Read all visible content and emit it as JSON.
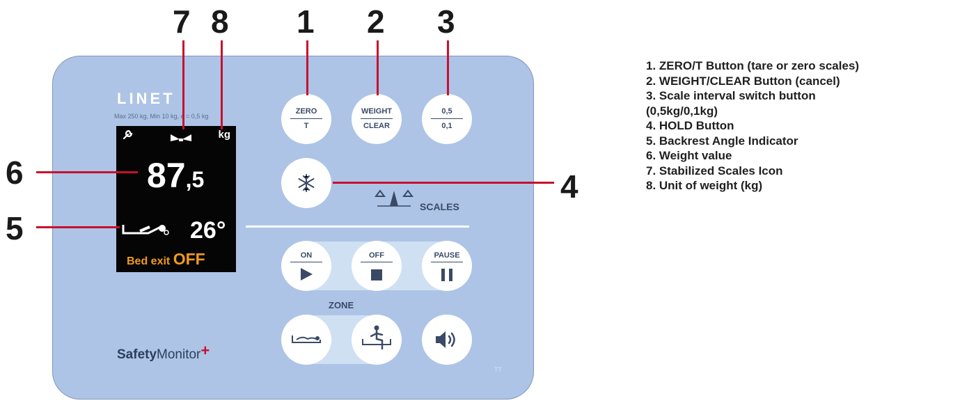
{
  "callouts": [
    "7",
    "8",
    "1",
    "2",
    "3",
    "4",
    "6",
    "5"
  ],
  "panel": {
    "brand": "LINET",
    "spec": "Max 250 kg, Min 10 kg,  e = 0,5 kg",
    "display": {
      "unit": "kg",
      "weight_int": "87",
      "weight_dec": ",5",
      "angle": "26°",
      "bed_exit_label": "Bed exit ",
      "bed_exit_state": "OFF"
    },
    "buttons": {
      "zero": {
        "top": "ZERO",
        "bottom": "T"
      },
      "weight": {
        "top": "WEIGHT",
        "bottom": "CLEAR"
      },
      "interval": {
        "top": "0,5",
        "bottom": "0,1"
      },
      "on": "ON",
      "off": "OFF",
      "pause": "PAUSE"
    },
    "scales_label": "SCALES",
    "zone_label": "ZONE",
    "product_bold": "Safety",
    "product_rest": "Monitor",
    "product_plus": "+",
    "corner_mark": "TT"
  },
  "legend": [
    "1. ZERO/T Button (tare or zero scales)",
    "2. WEIGHT/CLEAR Button (cancel)",
    "3. Scale interval switch button",
    "(0,5kg/0,1kg)",
    "4. HOLD Button",
    "5. Backrest Angle Indicator",
    "6. Weight value",
    "7. Stabilized Scales Icon",
    "8. Unit of weight (kg)"
  ],
  "colors": {
    "panel": "#adc4e6",
    "leader": "#c8102e",
    "bed_exit": "#f29a1e"
  }
}
